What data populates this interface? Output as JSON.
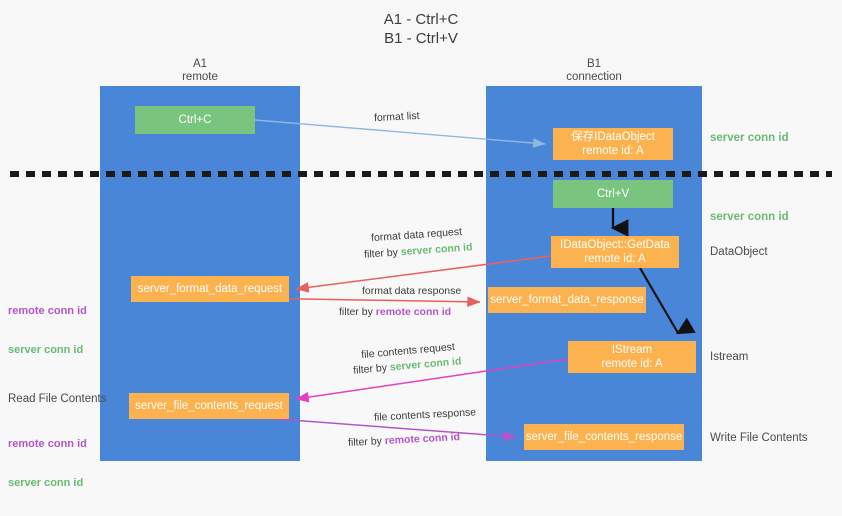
{
  "title": "A1 - Ctrl+C\nB1 - Ctrl+V",
  "columns": {
    "a1": {
      "name": "A1",
      "sub": "remote",
      "header": "A1\nremote"
    },
    "b1": {
      "name": "B1",
      "sub": "connection",
      "header": "B1\nconnection"
    }
  },
  "boxes": {
    "ctrl_c": {
      "label": "Ctrl+C",
      "color": "#79c47e"
    },
    "save_dataobject": {
      "label": "保存IDataObject\nremote id: A",
      "color": "#fcb24e"
    },
    "ctrl_v": {
      "label": "Ctrl+V",
      "color": "#79c47e"
    },
    "getdata": {
      "label": "IDataObject::GetData\nremote id: A",
      "color": "#fcb24e"
    },
    "istream": {
      "label": "IStream\nremote id: A",
      "color": "#fcb24e"
    },
    "server_format_data_request": {
      "label": "server_format_data_request",
      "color": "#fcb24e"
    },
    "server_format_data_response": {
      "label": "server_format_data_response",
      "color": "#fcb24e"
    },
    "server_file_contents_request": {
      "label": "server_file_contents_request",
      "color": "#fcb24e"
    },
    "server_file_contents_response": {
      "label": "server_file_contents_response",
      "color": "#fcb24e"
    }
  },
  "side_labels": {
    "server_conn_id_top": "server conn id",
    "server_conn_id_mid": "server conn id",
    "dataobject": "DataObject",
    "istream": "Istream",
    "write_file_contents": "Write File Contents"
  },
  "left_labels": {
    "read_file_contents": "Read File Contents",
    "remote_conn_id": "remote conn id",
    "server_conn_id": "server conn id"
  },
  "edges": {
    "format_list": "format list",
    "format_data_request": "format data request",
    "format_data_request_filter_prefix": "filter by ",
    "format_data_request_filter_value": "server conn id",
    "format_data_response": "format data response",
    "format_data_response_filter_prefix": "filter by ",
    "format_data_response_filter_value": "remote conn id",
    "file_contents_request": "file contents request",
    "file_contents_request_filter_prefix": "filter by ",
    "file_contents_request_filter_value": "server conn id",
    "file_contents_response": "file contents response",
    "file_contents_response_filter_prefix": "filter by ",
    "file_contents_response_filter_value": "remote conn id"
  },
  "colors": {
    "lane_blue": "#4a86d8",
    "box_green": "#79c47e",
    "box_orange": "#fcb24e",
    "accent_green_text": "#6aba74",
    "accent_purple_text": "#b455c9",
    "arrow_lightblue": "#8fb8e0",
    "arrow_red": "#e8615e",
    "arrow_magenta": "#e341c0",
    "arrow_purple": "#b455c9",
    "arrow_black": "#111111",
    "background": "#f8f8f8"
  }
}
